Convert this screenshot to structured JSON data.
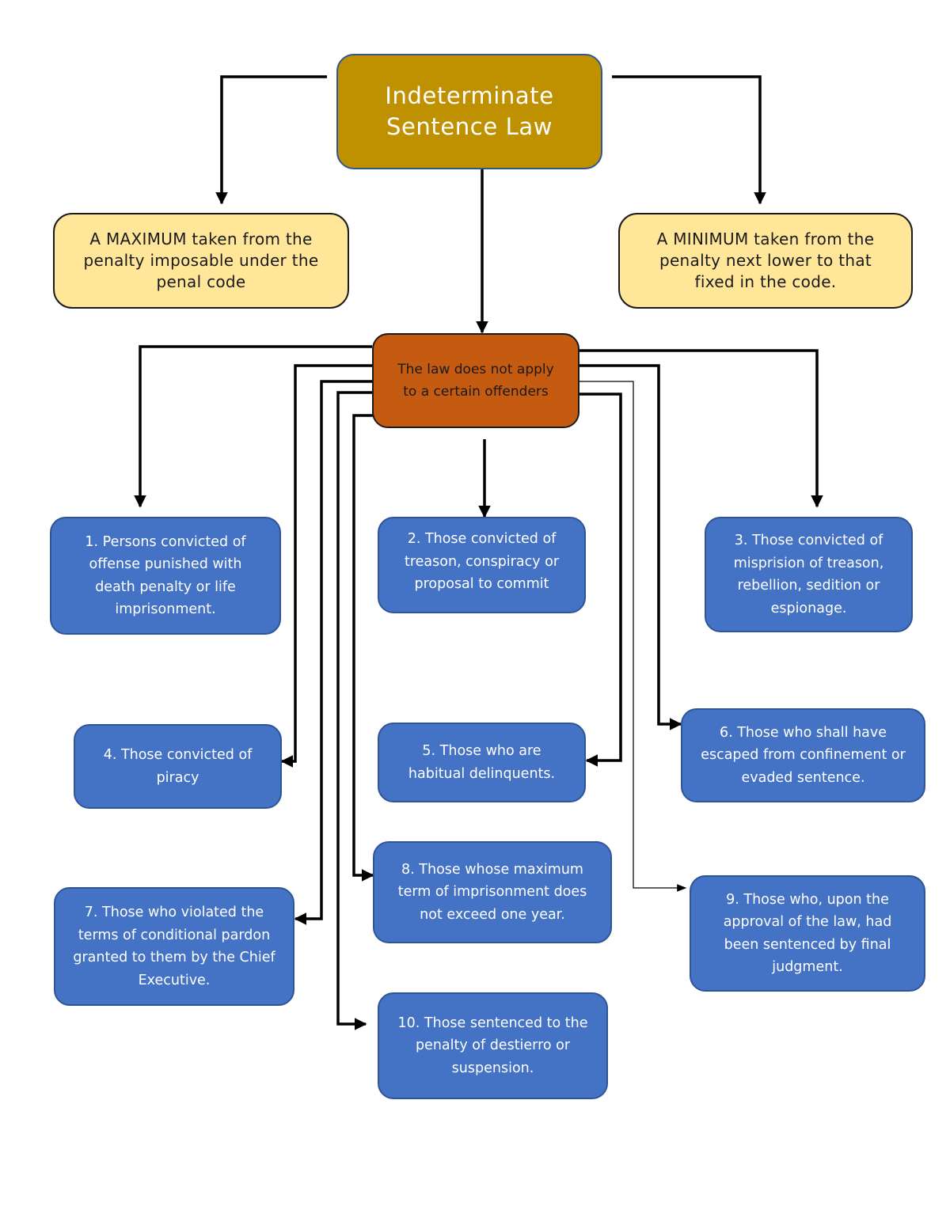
{
  "root": {
    "line1": "Indeterminate",
    "line2": "Sentence Law"
  },
  "maximum": {
    "lines": [
      "A MAXIMUM taken from the",
      "penalty imposable under the",
      "penal code"
    ]
  },
  "minimum": {
    "lines": [
      "A MINIMUM taken from the",
      "penalty next lower to that",
      "fixed in the code."
    ]
  },
  "exception": {
    "lines": [
      "The law does not apply",
      "to a certain offenders"
    ]
  },
  "offenders": [
    {
      "text": "1. Persons convicted of offense punished with death penalty or life imprisonment."
    },
    {
      "text": "2. Those convicted of treason, conspiracy or proposal to commit"
    },
    {
      "text": "3. Those convicted of misprision of treason, rebellion, sedition or espionage."
    },
    {
      "text": "4. Those convicted of piracy"
    },
    {
      "text": "5. Those who are habitual delinquents."
    },
    {
      "text": "6. Those who shall have escaped from confinement or evaded sentence."
    },
    {
      "text": "7. Those who violated the terms of conditional pardon granted to them by the Chief Executive."
    },
    {
      "text": "8. Those whose maximum term of imprisonment does not exceed one year."
    },
    {
      "text": "9. Those who, upon the approval of the law, had been sentenced by final judgment."
    },
    {
      "text": "10. Those sentenced to the penalty of destierro or suspension."
    }
  ],
  "colors": {
    "root_fill": "#bf9000",
    "yellow_fill": "#ffe699",
    "exception_fill": "#c55a11",
    "blue_fill": "#4472c4",
    "blue_border": "#2f5597",
    "connector": "#000000"
  }
}
